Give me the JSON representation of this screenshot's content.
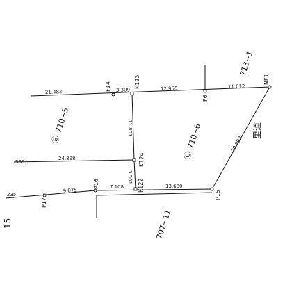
{
  "points": [
    "F14",
    "K123",
    "F6",
    "NF1",
    "K124",
    "P16",
    "K122",
    "P15",
    "P17"
  ],
  "distances": [
    "21.482",
    "3.309",
    "12.955",
    "11.612",
    "11.807",
    "24.898",
    "569",
    "5.501",
    "7.108",
    "13.680",
    "20.993",
    "9.075",
    "235"
  ],
  "parcels": {
    "b": {
      "mark": "Ⓑ",
      "number": "710−5"
    },
    "c": {
      "mark": "Ⓒ",
      "number": "710−6"
    },
    "right_top": "713−1",
    "bottom": "707−11",
    "left": "15"
  },
  "road": "里道"
}
